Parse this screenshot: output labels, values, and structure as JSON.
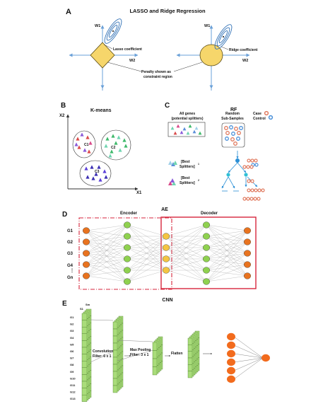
{
  "panel_a": {
    "letter": "A",
    "title": "LASSO and Ridge Regression",
    "axis_w1": "W1",
    "axis_w2": "W2",
    "lasso_label": "Lasso coefficient",
    "ridge_label": "Ridge coefficient",
    "penalty_line1": "Penalty shown as",
    "penalty_line2": "constraint region",
    "colors": {
      "constraint": "#f6d66b",
      "contour": "#2e6fb5",
      "axis": "#6aa0d8"
    }
  },
  "panel_b": {
    "letter": "B",
    "title": "K-means",
    "axis_x": "X1",
    "axis_y": "X2",
    "centroids": [
      "C1",
      "C2",
      "C3"
    ]
  },
  "panel_c": {
    "letter": "C",
    "title": "RF",
    "all_genes_line1": "All genes",
    "all_genes_line2": "(potential splitters)",
    "random_line1": "Random",
    "random_line2": "Sub-Samples",
    "legend_case": "Case",
    "legend_control": "Control",
    "best1_line1": "[Best",
    "best1_line2": "Splitters]",
    "best1_sup": "1",
    "best2_line1": "[Best",
    "best2_line2": "Splitters]",
    "best2_sup": "2",
    "colors": {
      "case": "#e07a5f",
      "control": "#4a90d9",
      "tree": "#2a8fd6"
    }
  },
  "panel_d": {
    "letter": "D",
    "title": "AE",
    "encoder": "Encoder",
    "decoder": "Decoder",
    "genes": [
      "G1",
      "G2",
      "G3",
      "G4",
      "Gn"
    ],
    "colors": {
      "input": "#e8731f",
      "hidden": "#8fd14f",
      "code": "#f4c542",
      "box": "#d7263d"
    }
  },
  "panel_e": {
    "letter": "E",
    "title": "CNN",
    "sample_start": "S1",
    "sample_end": "Sm",
    "genes": [
      "G1",
      "G2",
      "G3",
      "G4",
      "G5",
      "G6",
      "G7",
      "G8",
      "G9",
      "G10",
      "G11",
      "G12",
      "G13"
    ],
    "conv_line1": "Convolution",
    "conv_line2": "Filter: 6 x 1",
    "pool_line1": "Max Pooling",
    "pool_line2": "Filter: 3 x 1",
    "flatten": "Flatten",
    "colors": {
      "cell": "#a9dc7a",
      "output": "#f26b1d"
    }
  }
}
